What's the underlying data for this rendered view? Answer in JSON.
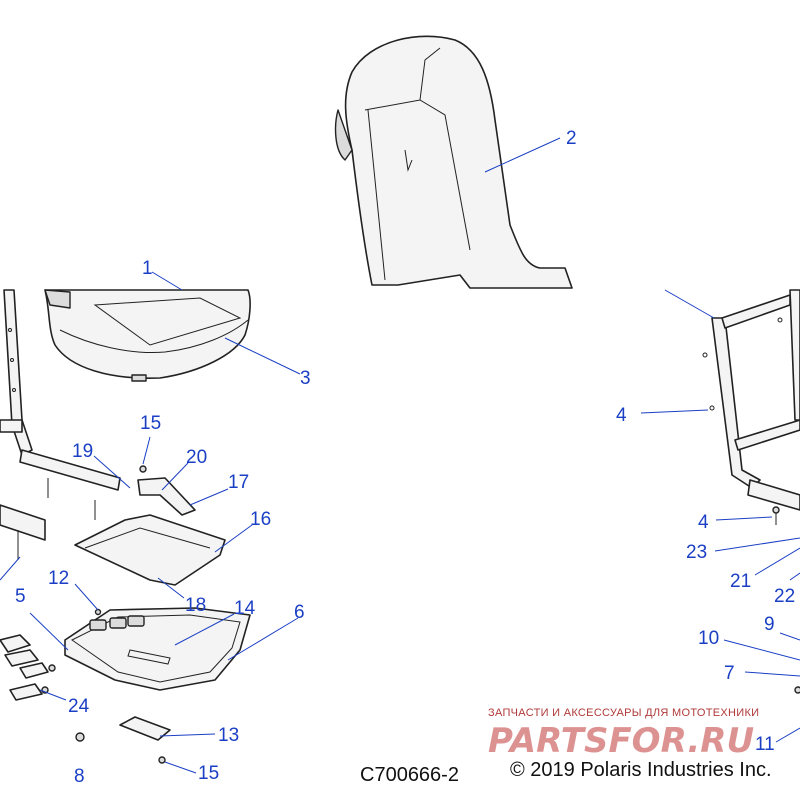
{
  "diagram": {
    "drawing_number": "C700666-2",
    "copyright": "© 2019 Polaris Industries Inc.",
    "callouts": [
      "1",
      "2",
      "3",
      "4",
      "4",
      "5",
      "6",
      "7",
      "8",
      "9",
      "10",
      "11",
      "12",
      "13",
      "14",
      "15",
      "15",
      "16",
      "17",
      "18",
      "19",
      "20",
      "21",
      "22",
      "23",
      "24"
    ]
  },
  "watermark": {
    "tagline": "ЗАПЧАСТИ И АКСЕССУАРЫ ДЛЯ МОТОТЕХНИКИ",
    "logo_text": "PARTSFOR.RU"
  },
  "colors": {
    "callout": "#1a3fc4",
    "line": "#222222",
    "watermark": "#c23a3a"
  }
}
